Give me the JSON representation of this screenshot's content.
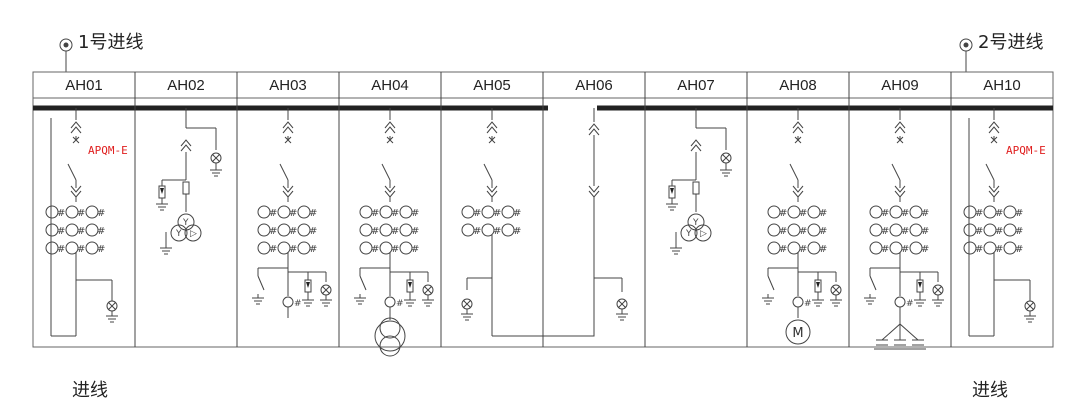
{
  "incomers": {
    "left": {
      "label": "1号进线",
      "bottom_label": "进线"
    },
    "right": {
      "label": "2号进线",
      "bottom_label": "进线"
    }
  },
  "bays": [
    {
      "id": "AH01",
      "type": "incoming"
    },
    {
      "id": "AH02",
      "type": "pt"
    },
    {
      "id": "AH03",
      "type": "feeder"
    },
    {
      "id": "AH04",
      "type": "transformer-feeder"
    },
    {
      "id": "AH05",
      "type": "bus-tie"
    },
    {
      "id": "AH06",
      "type": "bus-riser"
    },
    {
      "id": "AH07",
      "type": "pt"
    },
    {
      "id": "AH08",
      "type": "motor-feeder"
    },
    {
      "id": "AH09",
      "type": "capacitor-feeder"
    },
    {
      "id": "AH10",
      "type": "incoming"
    }
  ],
  "device_tags": {
    "AH01": "APQM-E",
    "AH10": "APQM-E"
  },
  "colors": {
    "busbar": "#222222",
    "tag": "#e02020",
    "lines": "#444444"
  }
}
